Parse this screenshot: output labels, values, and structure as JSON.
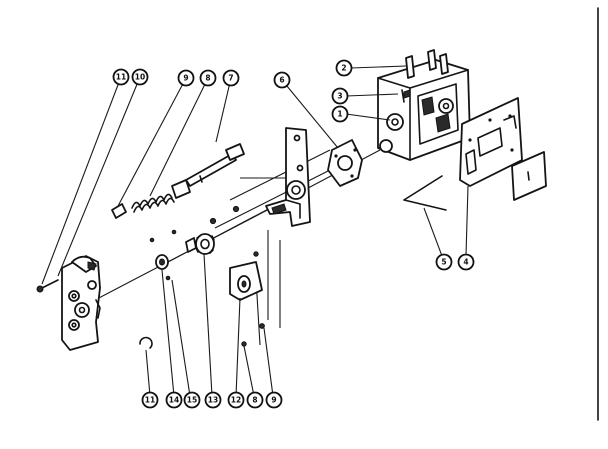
{
  "callouts": [
    {
      "id": "c-11a",
      "label": "11"
    },
    {
      "id": "c-10",
      "label": "10"
    },
    {
      "id": "c-9a",
      "label": "9"
    },
    {
      "id": "c-8a",
      "label": "8"
    },
    {
      "id": "c-7",
      "label": "7"
    },
    {
      "id": "c-6",
      "label": "6"
    },
    {
      "id": "c-2",
      "label": "2"
    },
    {
      "id": "c-3",
      "label": "3"
    },
    {
      "id": "c-1",
      "label": "1"
    },
    {
      "id": "c-5",
      "label": "5"
    },
    {
      "id": "c-4",
      "label": "4"
    },
    {
      "id": "c-11b",
      "label": "11"
    },
    {
      "id": "c-14",
      "label": "14"
    },
    {
      "id": "c-15",
      "label": "15"
    },
    {
      "id": "c-13",
      "label": "13"
    },
    {
      "id": "c-12",
      "label": "12"
    },
    {
      "id": "c-8b",
      "label": "8"
    },
    {
      "id": "c-9b",
      "label": "9"
    }
  ],
  "colors": {
    "ink": "#141414",
    "paper": "#ffffff"
  }
}
